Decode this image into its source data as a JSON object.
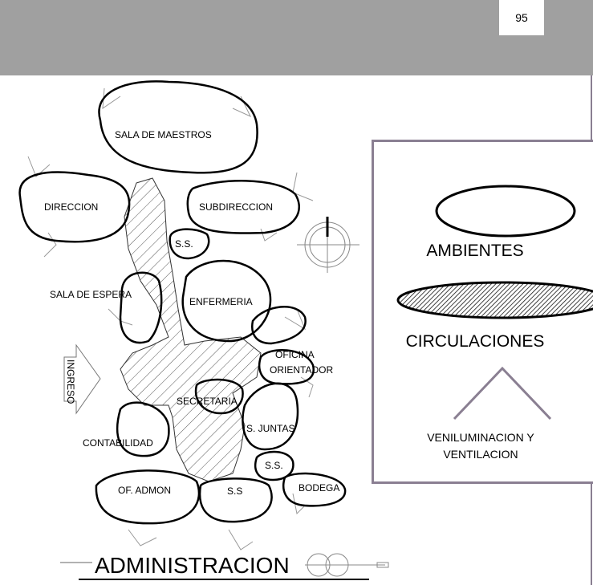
{
  "page_number": "95",
  "title": "ADMINISTRACION",
  "spaces": {
    "sala_maestros": "SALA DE MAESTROS",
    "direccion": "DIRECCION",
    "subdireccion": "SUBDIRECCION",
    "ss_top": "S.S.",
    "sala_espera": "SALA DE ESPERA",
    "enfermeria": "ENFERMERIA",
    "oficina_orientador_1": "OFICINA",
    "oficina_orientador_2": "ORIENTADOR",
    "ingreso": "INGRESO",
    "secretaria": "SECRETARIA",
    "contabilidad": "CONTABILIDAD",
    "s_juntas": "S. JUNTAS",
    "ss_right": "S.S.",
    "bodega": "BODEGA",
    "of_admon": "OF. ADMON",
    "ss_bottom": "S.S"
  },
  "legend": {
    "ambientes": "AMBIENTES",
    "circulaciones": "CIRCULACIONES",
    "venilum_line1": "VENILUMINACION Y",
    "venilum_line2": "VENTILACION"
  },
  "colors": {
    "header": "#a0a0a0",
    "legend_border": "#8a7f92",
    "stroke": "#000000"
  }
}
